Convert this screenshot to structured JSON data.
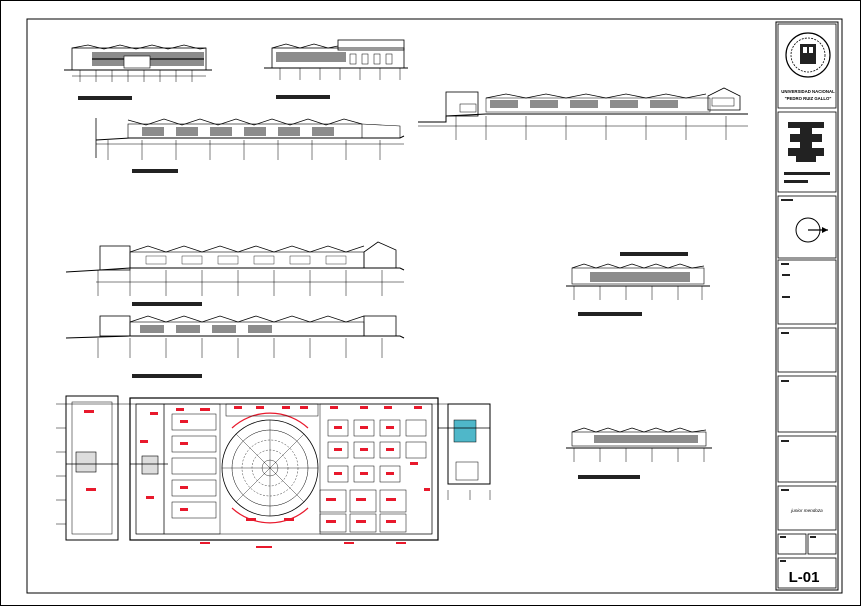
{
  "sheet": {
    "university_line1": "UNIVERSIDAD NACIONAL",
    "university_line2": "\"PEDRO RUIZ GALLO\"",
    "author_signature": "junior mendoza",
    "sheet_code": "L-01"
  },
  "colors": {
    "line": "#000000",
    "grey_fill": "#8c8c8c",
    "dark_fill": "#3a3a3a",
    "accent_red": "#e8192c",
    "accent_cyan": "#4fb7c9"
  },
  "icons": {
    "logo": "university-seal-icon",
    "north": "north-arrow-icon",
    "emblem": "emblem-icon"
  }
}
